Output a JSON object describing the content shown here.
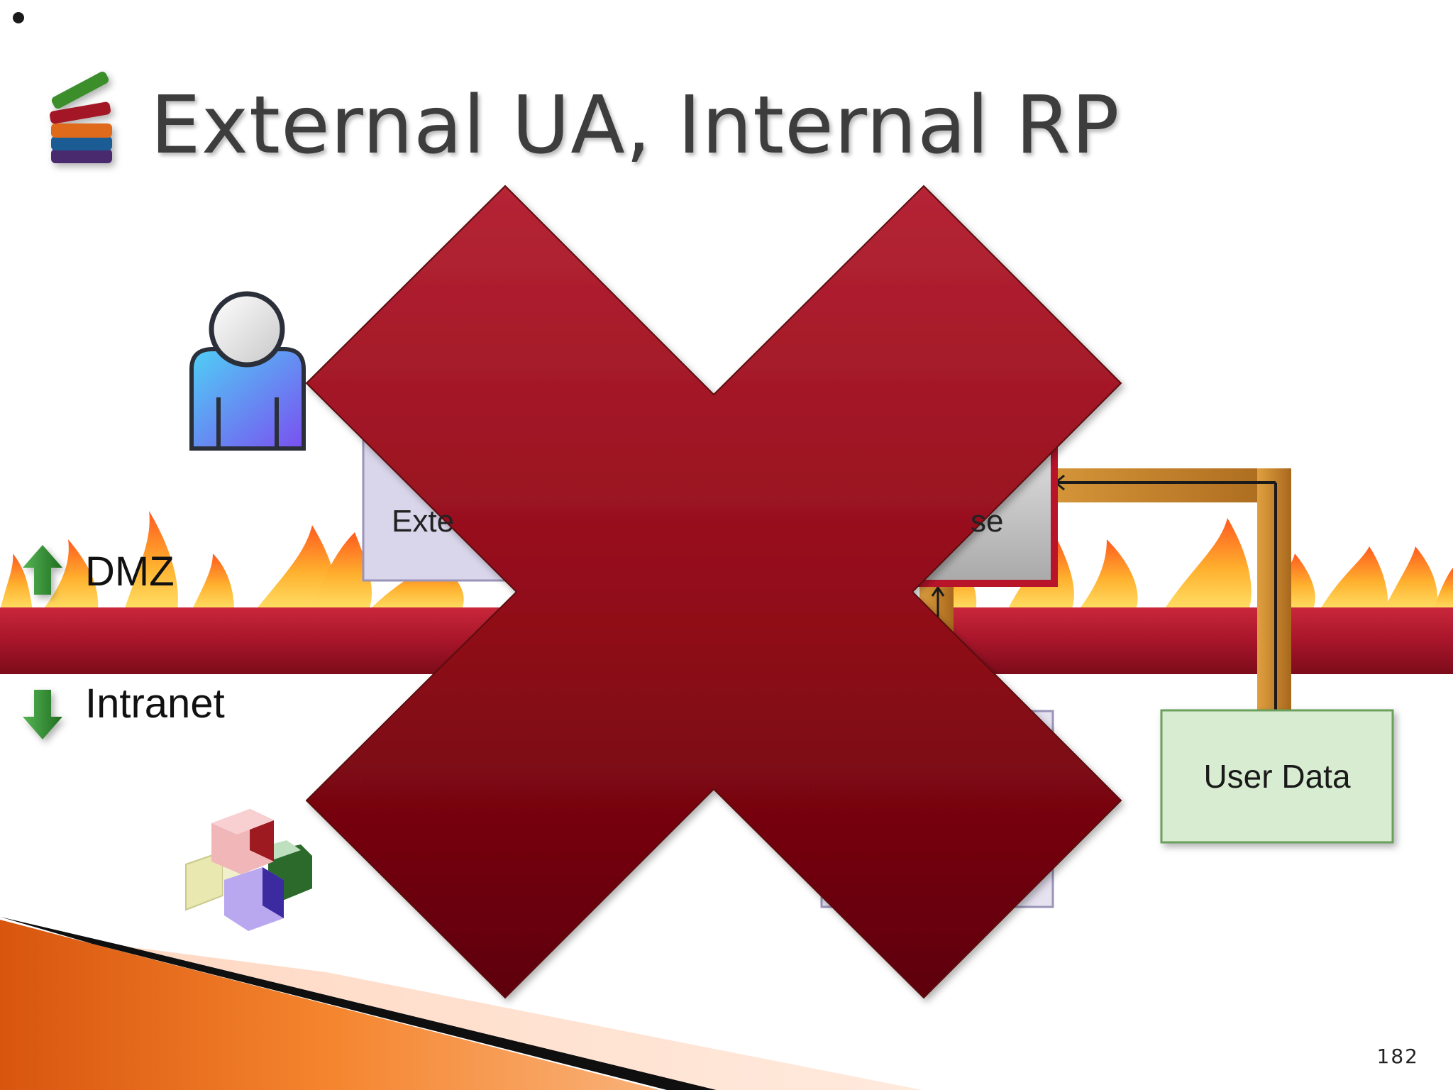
{
  "slide": {
    "title": "External UA, Internal RP",
    "page_number": "182"
  },
  "zones": {
    "upper": "DMZ",
    "lower": "Intranet"
  },
  "boxes": {
    "external_partial": "Exte",
    "upper_right_partial": "se",
    "user_data": "User Data"
  },
  "colors": {
    "cross": "#9b0f1c",
    "firewall_bar": "#b0182a",
    "user_data_fill": "#d8ecd2",
    "server_box_fill": "#dcd8ea",
    "connector": "#c8862c",
    "up_arrow": "#2e8b2e",
    "down_arrow": "#2e8b2e"
  },
  "icons": {
    "title_icon": "books-stack-icon",
    "user": "user-person-icon",
    "components": "component-cubes-icon",
    "firewall": "fire-flames-icon",
    "prohibited": "red-x-icon",
    "dmz_arrow": "arrow-up-icon",
    "intranet_arrow": "arrow-down-icon"
  }
}
